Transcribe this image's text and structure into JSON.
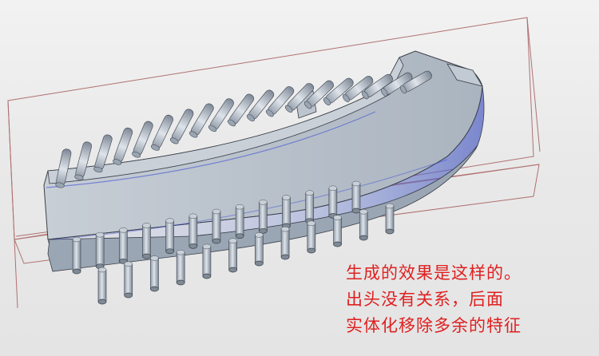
{
  "caption": {
    "lines": [
      "生成的效果是这样的。",
      "出头没有关系，后面",
      "实体化移除多余的特征"
    ],
    "color": "#e02020"
  },
  "colors": {
    "background": "#ececec",
    "datum_plane": "#b07070",
    "model_surface": "#a9b4c0",
    "model_shadow": "#5b6fb8",
    "model_outline": "#3a3f48"
  },
  "icons": [
    "datum-plane-icon",
    "model-part-icon"
  ]
}
